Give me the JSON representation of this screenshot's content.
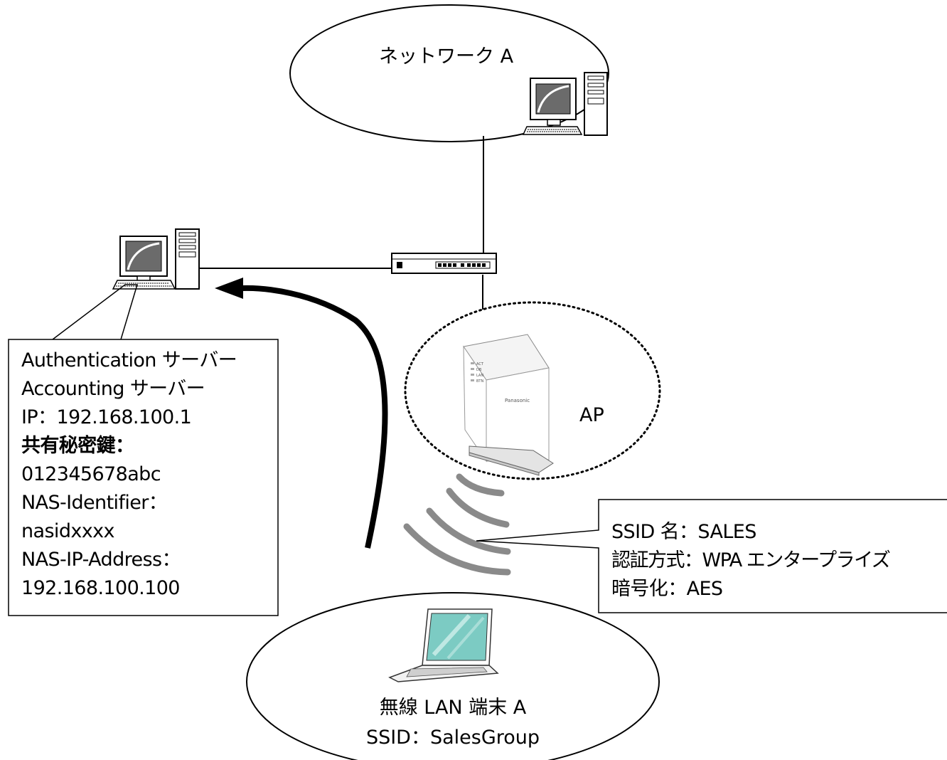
{
  "network_label": "ネットワーク A",
  "ap_label": "AP",
  "ap_device": {
    "brand": "Panasonic",
    "leds": [
      "ACT",
      "DB",
      "LAN",
      "BTN"
    ]
  },
  "server_info": [
    "Authentication サーバー",
    "Accounting サーバー",
    "IP：192.168.100.1",
    "共有秘密鍵：",
    "012345678abc",
    "NAS-Identifier：",
    "nasidxxxx",
    "NAS-IP-Address：",
    "192.168.100.100"
  ],
  "ssid_info": [
    "SSID 名：SALES",
    "認証方式：WPA エンタープライズ",
    "暗号化：AES"
  ],
  "client_label": {
    "name": "無線 LAN 端末 A",
    "ssid": "SSID：SalesGroup"
  },
  "colors": {
    "stroke": "#000000",
    "screen_gray": "#6b6b6b",
    "laptop_screen": "#7ccbc3",
    "wave_gray": "#8a8a8a"
  }
}
